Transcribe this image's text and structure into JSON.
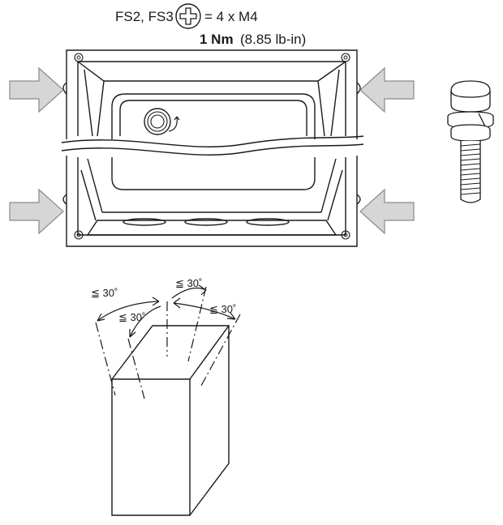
{
  "header": {
    "frame_sizes": "FS2, FS3",
    "screw_spec": "= 4 x M4",
    "torque_value": "1 Nm",
    "torque_imperial": "(8.85 lb-in)"
  },
  "icons": {
    "screwdriver_bit": "phillips-screw-head-icon",
    "push_arrow": "press-arrow-icon",
    "screw": "m4-screw-with-washers-icon"
  },
  "tilt": {
    "left_outer": "≦ 30˚",
    "left_inner": "≦ 30˚",
    "top": "≦ 30˚",
    "right": "≦ 30˚"
  },
  "colors": {
    "line": "#1a1a1a",
    "arrow_fill": "#d6d6d6",
    "screw_fill": "#ffffff"
  }
}
